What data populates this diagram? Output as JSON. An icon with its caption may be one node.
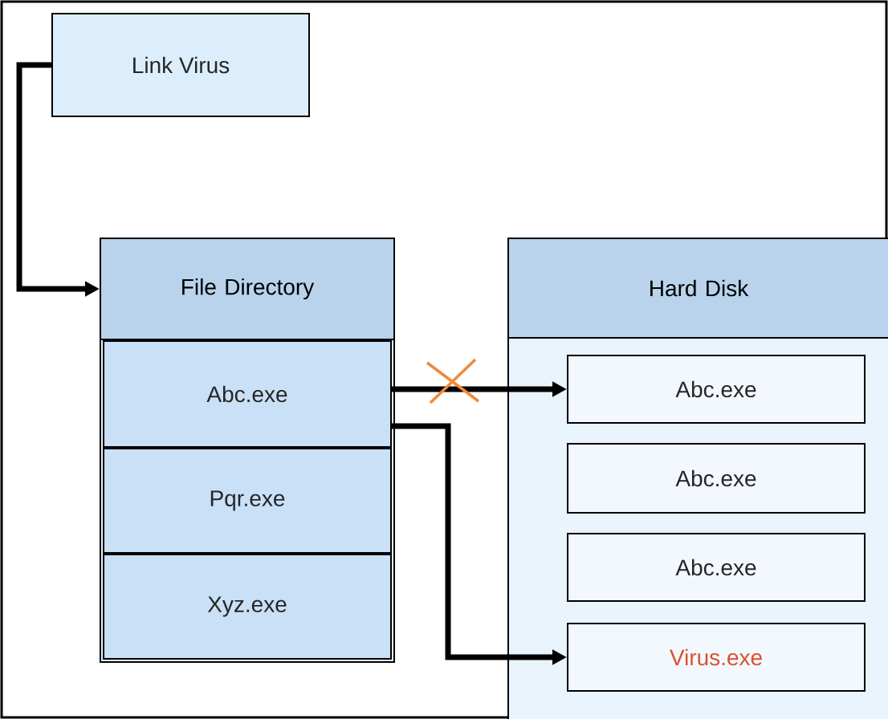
{
  "diagram": {
    "nodes": [
      {
        "text": [
          "Link Virus"
        ]
      },
      {
        "text": [
          "File Directory"
        ]
      },
      {
        "text": [
          "Abc.exe"
        ],
        "in": 1
      },
      {
        "text": [
          "Pqr.exe"
        ],
        "in": 1
      },
      {
        "text": [
          "Xyz.exe"
        ],
        "in": 1
      },
      {
        "text": [
          "Hard Disk"
        ]
      },
      {
        "text": [
          "Abc.exe"
        ],
        "in": 5
      },
      {
        "text": [
          "Abc.exe"
        ],
        "in": 5
      },
      {
        "text": [
          "Abc.exe"
        ],
        "in": 5
      },
      {
        "text": [
          "Virus.exe"
        ],
        "in": 5
      }
    ],
    "edges": [
      {
        "from": 0,
        "to": 1,
        "arrow": "to"
      },
      {
        "from": 2,
        "to": 6,
        "arrow": "to"
      },
      {
        "from": 2,
        "to": 9,
        "arrow": "to"
      }
    ]
  }
}
